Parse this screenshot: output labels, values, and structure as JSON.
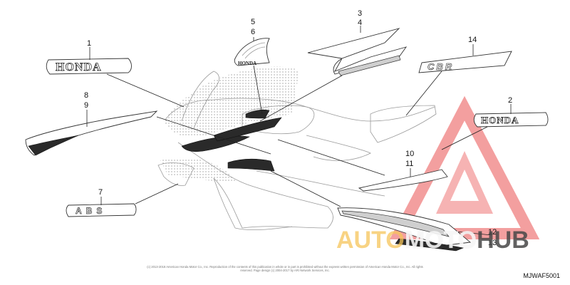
{
  "diagram": {
    "code": "MJWAF5001",
    "copyright": "(c) 2013-2018 American Honda Motor Co., Inc. Reproduction of the contents of this publication in whole or in part is prohibited without the express written permission of American Honda Motor Co., Inc. All rights reserved. Page design (c) 2004-2017 by ARI Network Services, Inc.",
    "callouts": [
      "1",
      "2",
      "3",
      "4",
      "5",
      "6",
      "7",
      "8",
      "9",
      "10",
      "11",
      "12",
      "13",
      "14"
    ],
    "emblems": {
      "honda_left": "HONDA",
      "honda_right": "HONDA",
      "wing_badge": "HONDA",
      "abs_badge": "ABS",
      "model_badge": "CBR"
    }
  },
  "watermark": {
    "auto": "AUTO",
    "moto": "MOTO",
    "hub": "HUB",
    "colors": {
      "triangle": "#f08080",
      "auto": "#f6c45a",
      "hub": "#464646"
    }
  }
}
